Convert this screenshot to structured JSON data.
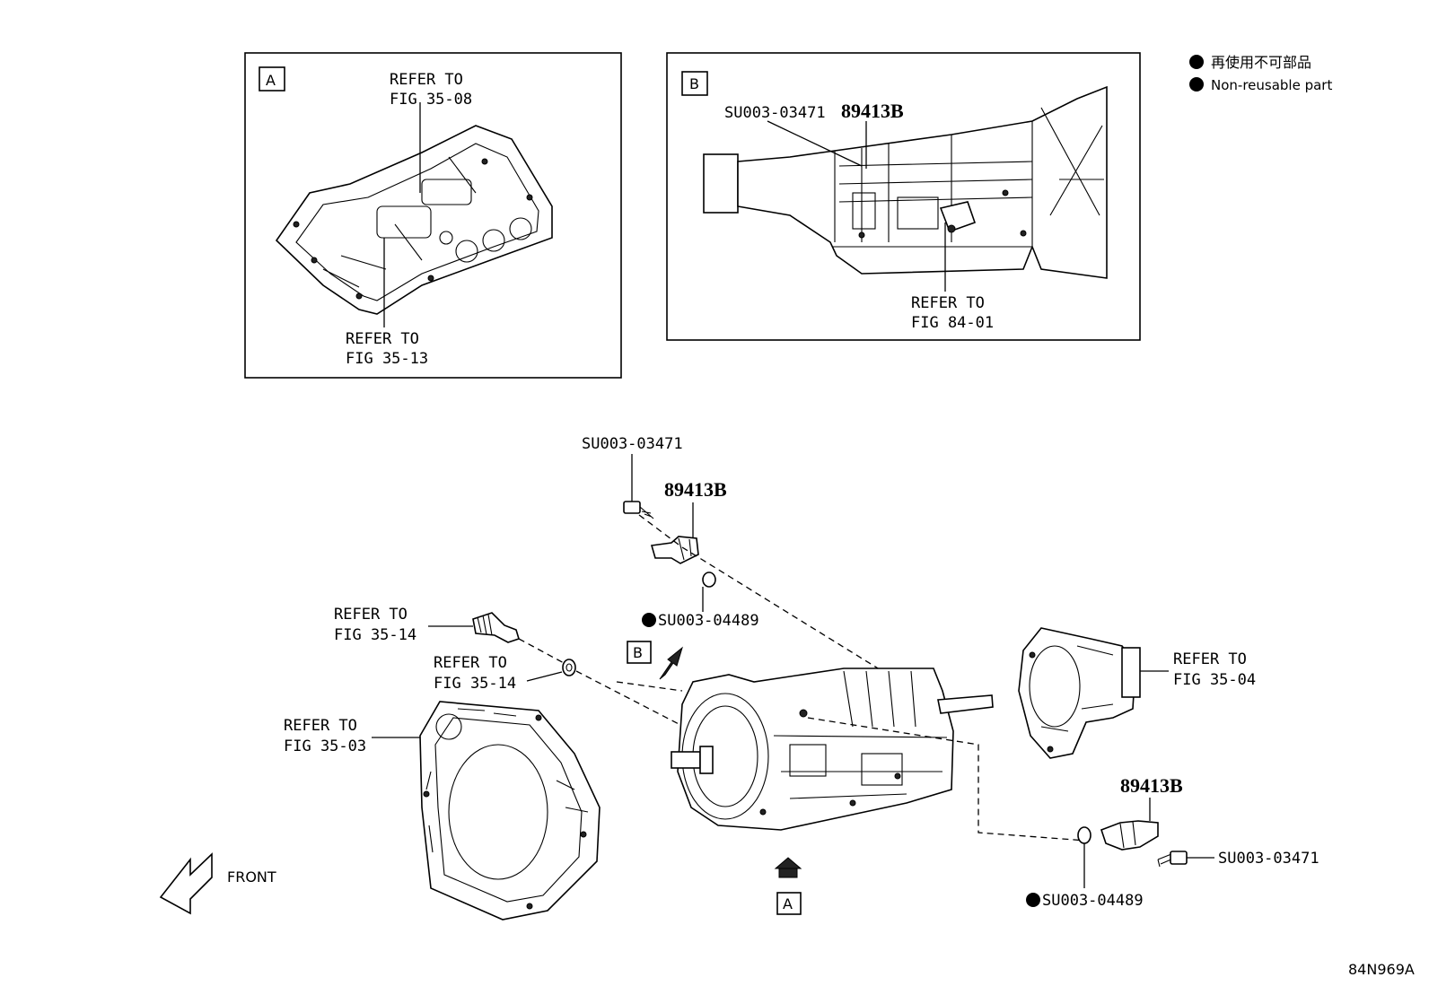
{
  "legend": {
    "marker_color": "#000000",
    "jp": "再使用不可部品",
    "en": "Non-reusable part"
  },
  "inset_a": {
    "letter": "A",
    "callout_top_l1": "REFER TO",
    "callout_top_l2": "FIG 35-08",
    "callout_bottom_l1": "REFER TO",
    "callout_bottom_l2": "FIG 35-13"
  },
  "inset_b": {
    "letter": "B",
    "bolt_part": "SU003-03471",
    "sensor_part": "89413B",
    "callout_l1": "REFER TO",
    "callout_l2": "FIG 84-01"
  },
  "main": {
    "bolt_top": "SU003-03471",
    "sensor_top": "89413B",
    "oring_top": "SU003-04489",
    "fitting_l1": "REFER TO",
    "fitting_l2": "FIG 35-14",
    "washer_l1": "REFER TO",
    "washer_l2": "FIG 35-14",
    "housing_l1": "REFER TO",
    "housing_l2": "FIG 35-03",
    "extension_l1": "REFER TO",
    "extension_l2": "FIG 35-04",
    "sensor_bottom": "89413B",
    "bolt_bottom": "SU003-03471",
    "oring_bottom": "SU003-04489",
    "view_b_letter": "B",
    "view_a_letter": "A",
    "front_label": "FRONT"
  },
  "figure_code": "84N969A"
}
